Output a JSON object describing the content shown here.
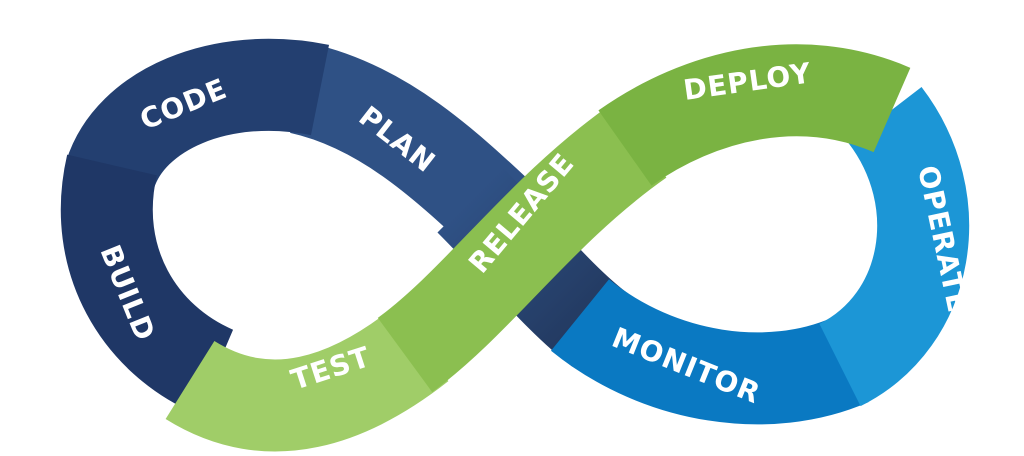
{
  "diagram": {
    "title": "DevOps infinity loop",
    "stages": [
      {
        "id": "code",
        "label": "CODE",
        "color": "#233f70"
      },
      {
        "id": "plan",
        "label": "PLAN",
        "color": "#2f5185"
      },
      {
        "id": "build",
        "label": "BUILD",
        "color": "#1f3766"
      },
      {
        "id": "test",
        "label": "TEST",
        "color": "#a0cd68"
      },
      {
        "id": "release",
        "label": "RELEASE",
        "color": "#8bbf50"
      },
      {
        "id": "deploy",
        "label": "DEPLOY",
        "color": "#7ab342"
      },
      {
        "id": "operate",
        "label": "OPERATE",
        "color": "#1c96d6"
      },
      {
        "id": "monitor",
        "label": "MONITOR",
        "color": "#0a79c2"
      }
    ]
  }
}
